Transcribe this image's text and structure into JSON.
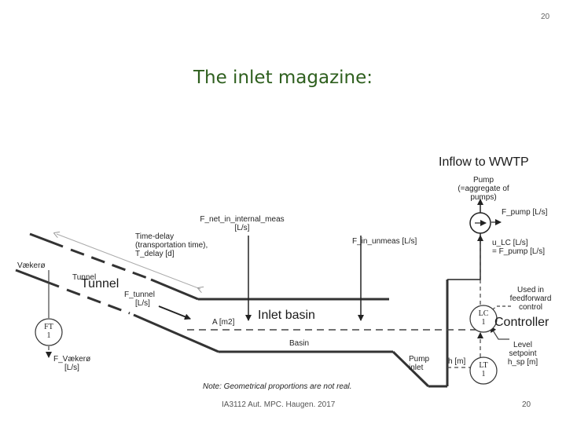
{
  "slide": {
    "page_number": "20",
    "title": "The inlet magazine:"
  },
  "diagram": {
    "inflow_to_wwtp": "Inflow to WWTP",
    "pump": "Pump",
    "pump_aggregate": "(=aggregate of",
    "pumps": "pumps)",
    "f_pump": "F_pump [L/s]",
    "f_net_in_internal_meas": "F_net_in_internal_meas",
    "f_net_unit": "[L/s]",
    "f_in_unmeas": "F_in_unmeas [L/s]",
    "u_lc": "u_LC [L/s]",
    "u_lc_eq": "= F_pump [L/s]",
    "time_delay_1": "Time-delay",
    "time_delay_2": "(transportation time),",
    "time_delay_3": "T_delay [d]",
    "vaekeroe": "Vækerø",
    "tunnel_small": "Tunnel",
    "tunnel_big": "Tunnel",
    "f_tunnel": "F_tunnel",
    "f_tunnel_unit": "[L/s]",
    "area": "A [m2]",
    "inlet_basin": "Inlet basin",
    "used_in_1": "Used in",
    "used_in_2": "feedforward",
    "used_in_3": "control",
    "controller": "Controller",
    "basin": "Basin",
    "pump_inlet_1": "Pump",
    "pump_inlet_2": "inlet",
    "h_m": "h [m]",
    "level_1": "Level",
    "level_2": "setpoint",
    "level_3": "h_sp [m]",
    "f_vaekeroe": "F_Vækerø",
    "f_vaekeroe_unit": "[L/s]",
    "ft_tag": "FT",
    "ft_num": "1",
    "lc_tag": "LC",
    "lc_num": "1",
    "lt_tag": "LT",
    "lt_num": "1",
    "note": "Note: Geometrical proportions are not real."
  },
  "footer": {
    "left": "IA3112 Aut. MPC. Haugen. 2017",
    "page": "20"
  }
}
